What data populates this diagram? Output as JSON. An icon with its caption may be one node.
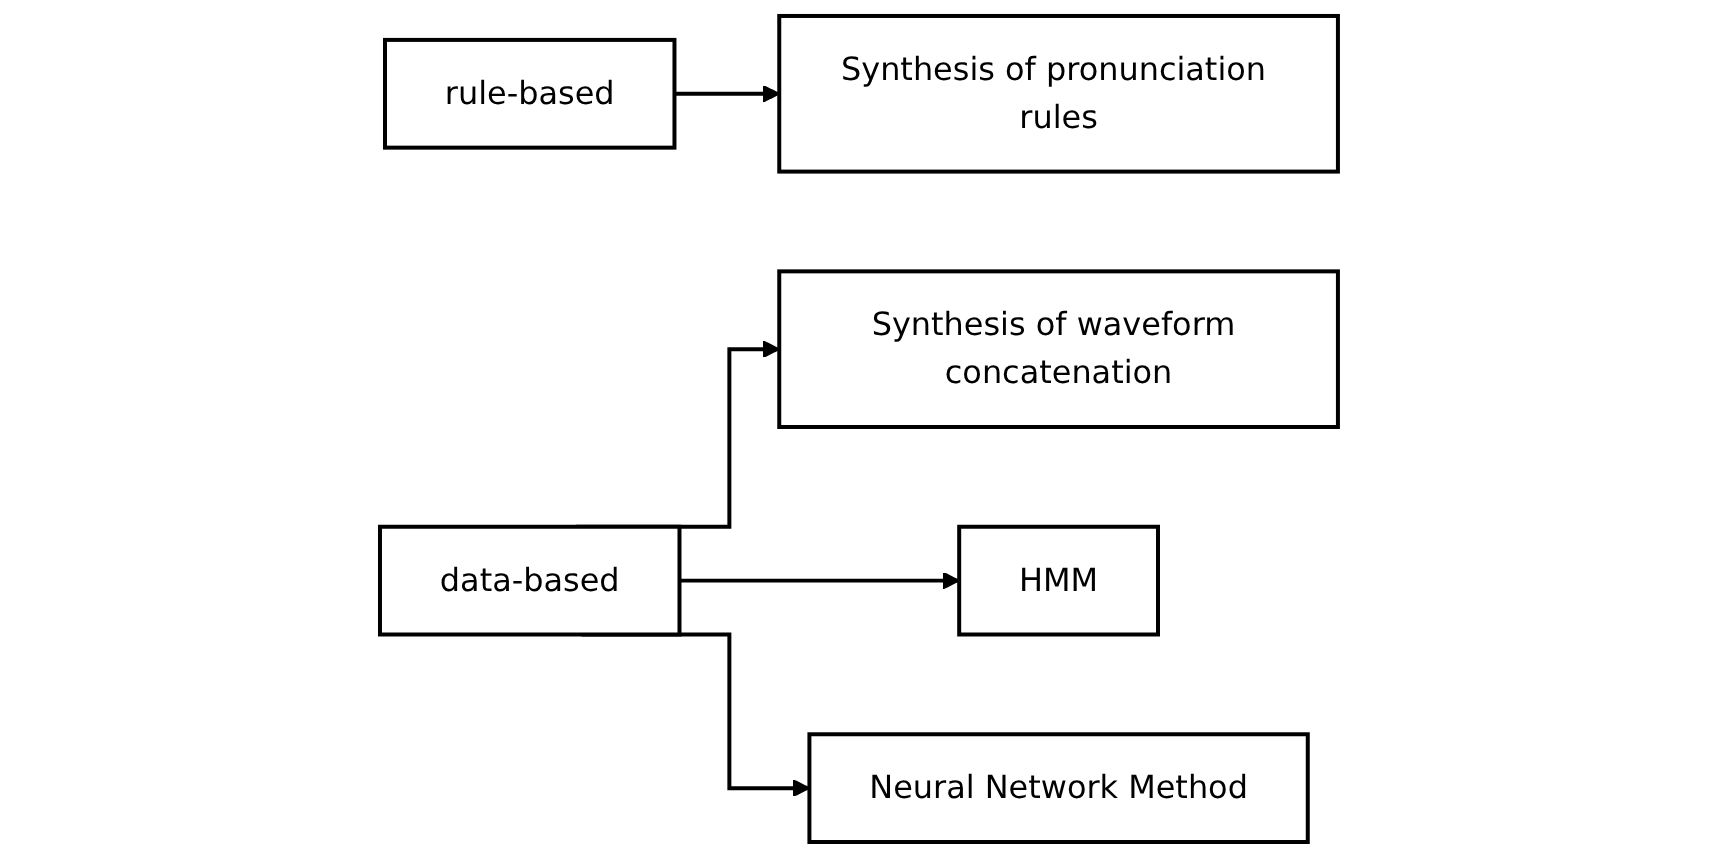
{
  "diagram": {
    "nodes": [
      {
        "text": [
          "rule-based"
        ]
      },
      {
        "text": [
          "Synthesis of pronunciation rules"
        ]
      },
      {
        "text": [
          "Synthesis of waveform concatenation"
        ]
      },
      {
        "text": [
          "data-based"
        ]
      },
      {
        "text": [
          "HMM"
        ]
      },
      {
        "text": [
          "Neural Network Method"
        ]
      }
    ],
    "edges": [
      {
        "from": 0,
        "to": 1,
        "arrow": "to"
      },
      {
        "from": 3,
        "to": 2,
        "arrow": "to"
      },
      {
        "from": 3,
        "to": 4,
        "arrow": "to"
      },
      {
        "from": 3,
        "to": 5,
        "arrow": "to"
      }
    ]
  }
}
